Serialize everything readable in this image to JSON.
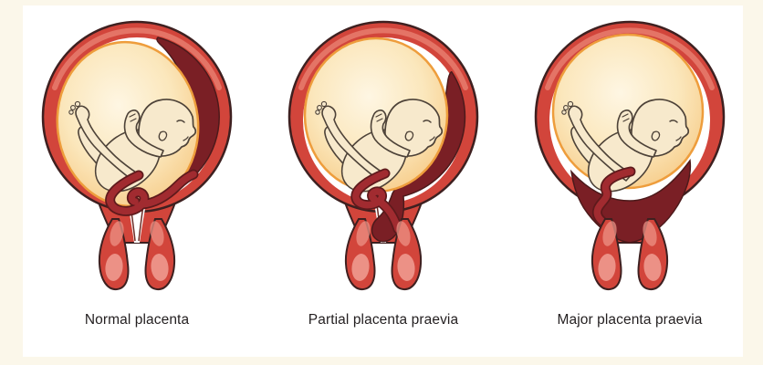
{
  "diagrams": [
    {
      "label": "Normal placenta"
    },
    {
      "label": "Partial placenta praevia"
    },
    {
      "label": "Major placenta praevia"
    }
  ],
  "colors": {
    "background": "#FBF7EA",
    "canvas": "#FFFFFF",
    "wall": "#D2453B",
    "wallHighlight": "#E5796B",
    "outline": "#3E2020",
    "outlineSoft": "#6B2C26",
    "lobeHighlight": "#EC9186",
    "placenta": "#7A1F25",
    "placentaOutline": "#4C1A1B",
    "sacRim": "#EE9D3C",
    "sacLight": "#FEF6E3",
    "sacMid": "#FBE7BC",
    "sacDeep": "#F5C276",
    "skin": "#F7E9CC",
    "fetusOutline": "#4D4238",
    "cord": "#A12B30",
    "cordOutline": "#5E1A1C",
    "labelText": "#231F20"
  }
}
